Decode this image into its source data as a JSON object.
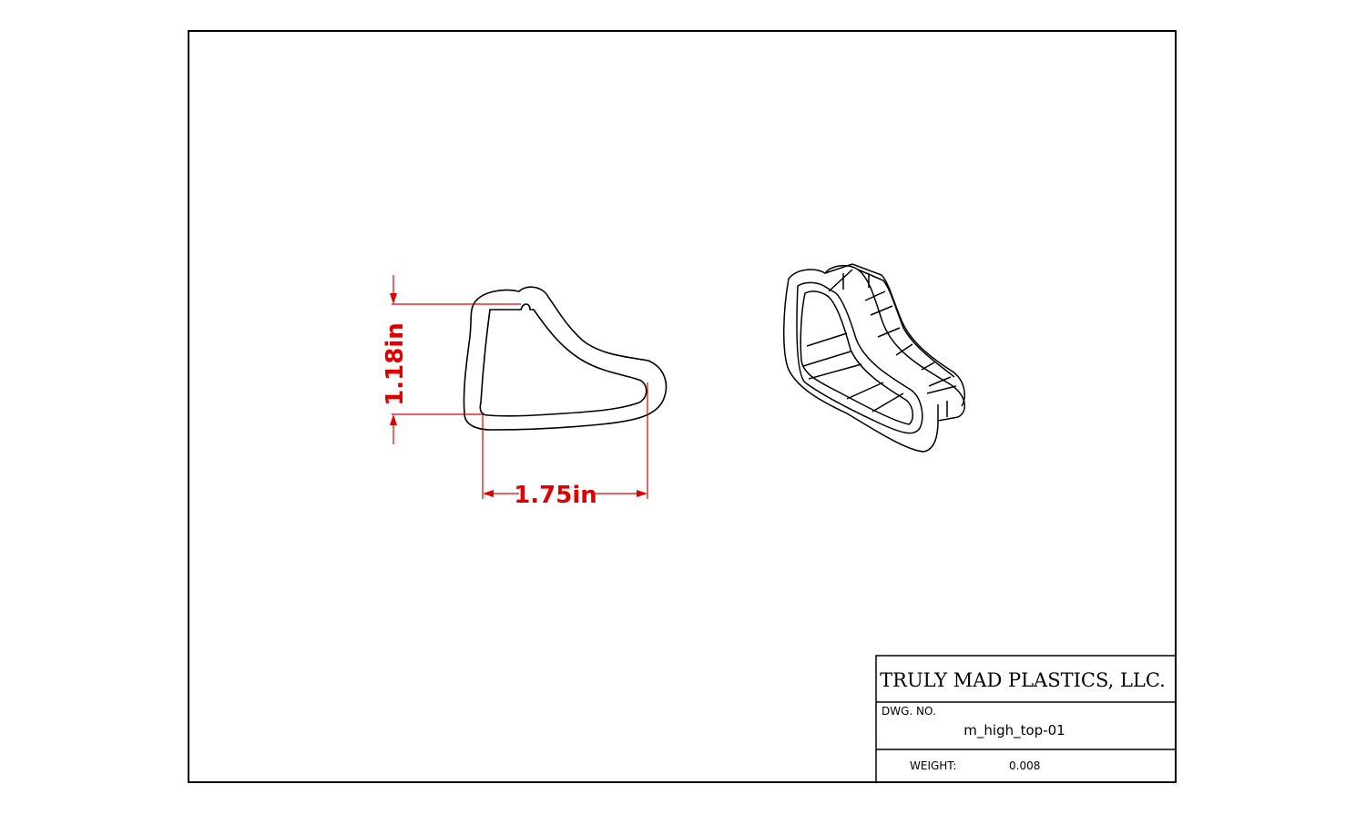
{
  "title_block": {
    "company": "TRULY MAD PLASTICS, LLC.",
    "dwg_no_label": "DWG. NO.",
    "dwg_no": "m_high_top-01",
    "weight_label": "WEIGHT:",
    "weight": "0.008"
  },
  "dimensions": {
    "height": "1.18in",
    "width": "1.75in"
  },
  "colors": {
    "line": "#000000",
    "dimension": "#e00000"
  }
}
